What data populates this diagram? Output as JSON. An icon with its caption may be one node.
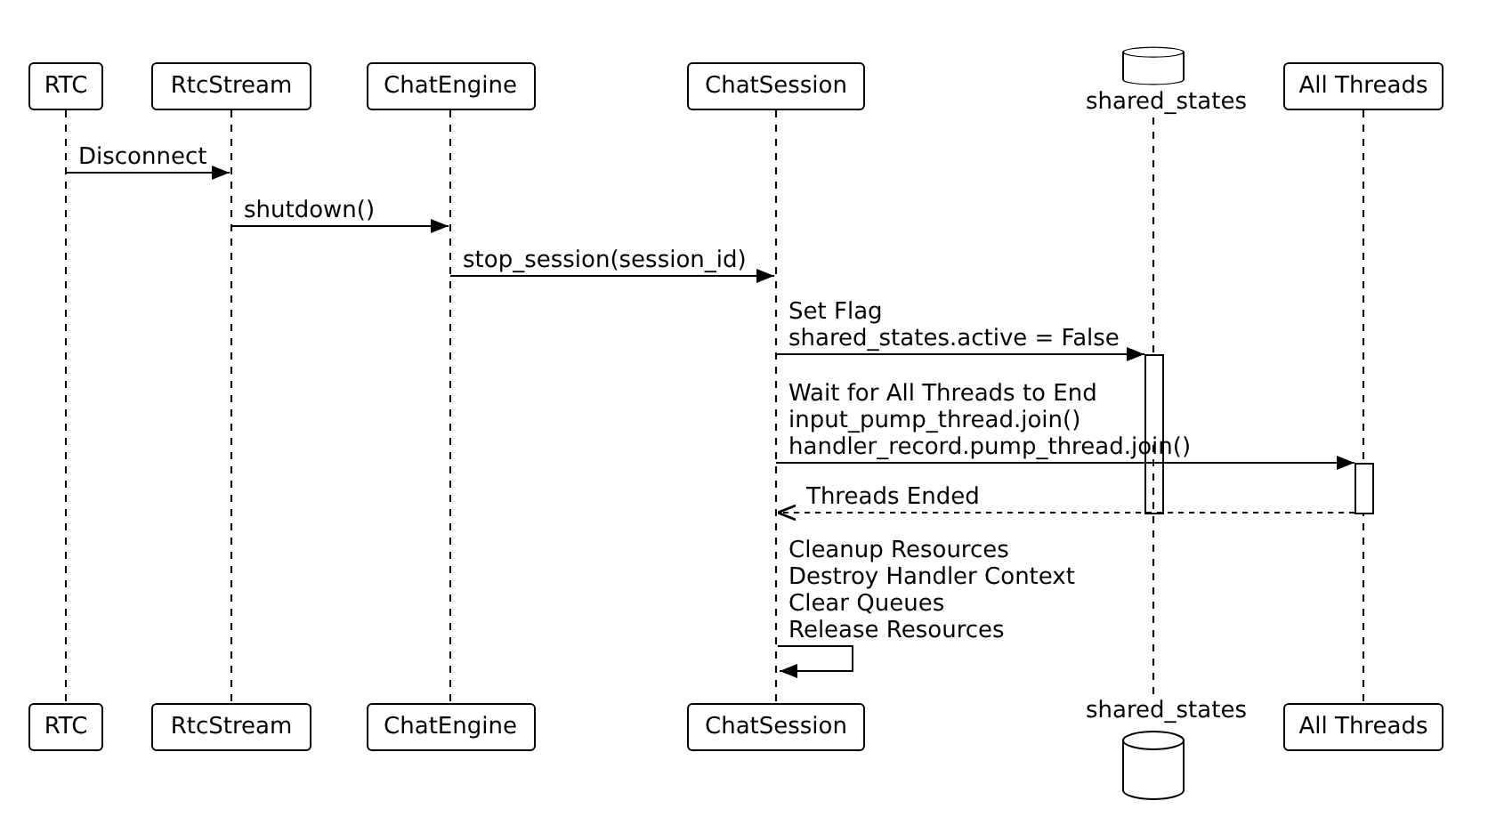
{
  "diagram": {
    "nodes": [
      {
        "text": [
          "RTC"
        ]
      },
      {
        "text": [
          "RtcStream"
        ]
      },
      {
        "text": [
          "ChatEngine"
        ]
      },
      {
        "text": [
          "ChatSession"
        ]
      },
      {
        "text": [
          "shared_states"
        ]
      },
      {
        "text": [
          "All Threads"
        ]
      },
      {
        "text": [
          "RTC"
        ]
      },
      {
        "text": [
          "RtcStream"
        ]
      },
      {
        "text": [
          "ChatEngine"
        ]
      },
      {
        "text": [
          "ChatSession"
        ]
      },
      {
        "text": [
          "shared_states"
        ]
      },
      {
        "text": [
          "All Threads"
        ]
      }
    ],
    "edges": [
      {
        "from": 0,
        "to": 1,
        "arrow": "to",
        "label": "Disconnect"
      },
      {
        "from": 1,
        "to": 2,
        "arrow": "to",
        "label": "shutdown()"
      },
      {
        "from": 2,
        "to": 3,
        "arrow": "to",
        "label": "stop_session(session_id)"
      },
      {
        "from": 3,
        "to": 4,
        "arrow": "to",
        "label": "Set Flag shared_states.active = False"
      },
      {
        "from": 3,
        "to": 5,
        "arrow": "to",
        "label": "Wait for All Threads to End input_pump_thread.join() handler_record.pump_thread.join()"
      },
      {
        "from": 5,
        "to": 3,
        "arrow": "to",
        "label": "Threads Ended",
        "style": "dashed"
      },
      {
        "from": 3,
        "to": 3,
        "arrow": "to",
        "label": "Cleanup Resources Destroy Handler Context Clear Queues Release Resources"
      },
      {
        "from": 4,
        "to": 10,
        "arrow": "none",
        "style": "dashed"
      }
    ]
  }
}
